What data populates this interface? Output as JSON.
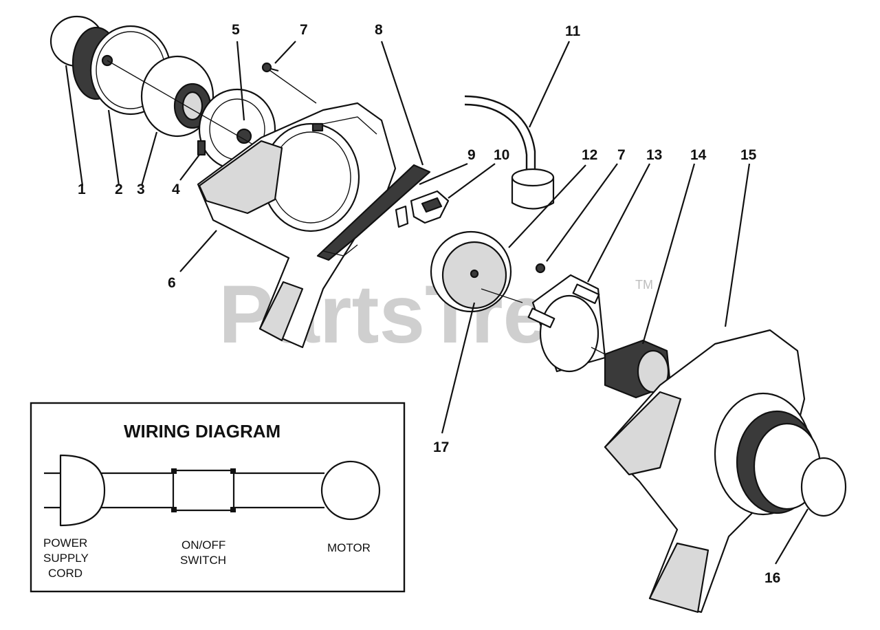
{
  "watermark": {
    "text": "PartsTree",
    "tm": "TM"
  },
  "callouts": [
    "1",
    "2",
    "3",
    "4",
    "5",
    "6",
    "7",
    "8",
    "9",
    "10",
    "11",
    "12",
    "7",
    "13",
    "14",
    "15",
    "16",
    "17"
  ],
  "wiring_diagram": {
    "title": "WIRING DIAGRAM",
    "labels": {
      "cord_line1": "POWER",
      "cord_line2": "SUPPLY",
      "cord_line3": "CORD",
      "switch_line1": "ON/OFF",
      "switch_line2": "SWITCH",
      "motor": "MOTOR"
    }
  }
}
